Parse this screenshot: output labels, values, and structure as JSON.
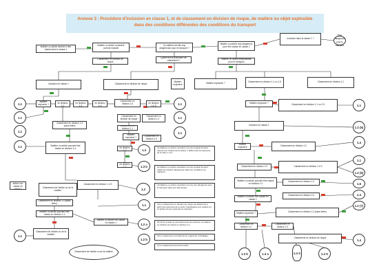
{
  "header": {
    "line1": "Annexe 3 : Procédure d'inclusion en classe 1, et de classement en division de risque, de matière ou objet explosible",
    "line2": "dans des conditions différentes des conditions du transport"
  },
  "boxes": [
    "Matière ou article destiné à être classé dans la classe 1",
    "Matière ou article considéré comme explosif",
    "La matière est-elle trop dangereuse pour le transport ?",
    "Matière ou article trop dangereux pour être classé en classe 1",
    "Inclusion dans la classe 1 ?",
    "Classement en division de risque",
    "Quelle est la procédure de classement ?",
    "Matière ou article désensibilisé pour le transport",
    "Inclusion en classe 1",
    "Classement en division de risque",
    "Matière explosive",
    "Matière explosive ?",
    "Classement en division 1.1 ou 1.5",
    "Classement en division 1.1",
    "Matière explosive ?",
    "Classement en division 1.2",
    "Classement en division 1.3",
    "Classement en division 1.4",
    "Classement en division 1.6",
    "Classement en division 1.4 S",
    "Classement en division 1.4 (sans lettre)",
    "Matière ou article pouvant être classé en division 1.4",
    "Matière ou article non classé en classe 1",
    "Classement de l'article ou de la matière"
  ],
  "notes": [
    "(1) Matière ou article considéré comme explosif lorsqu'il répond aux critères de la classe 1 définis par les épreuves de la série 1 et 2.",
    "(2) Matière ou article considéré comme explosif lorsqu'il réagit de manière dangereuse dans les conditions du transport.",
    "(3) Matière ou article considéré comme trop dangereux pour le transport dans son état actuel.",
    "(4) Le classement en division de risque est déterminé à partir des épreuves de la série 6 appliquées à la matière ou à l'article tel que présenté au transport.",
    "(5) Si les essais ne permettent pas de conclure, la matière ou l'article est classé en division 1.1.",
    "(6) Le classement est effectué au regard de l'emballage.",
    "(7) Le classement peut être révisé."
  ],
  "circles": [
    "1.1",
    "1.1",
    "1.1",
    "1.1",
    "1.1",
    "1.1",
    "1.1",
    "1.1",
    "1.3",
    "1.3 b",
    "1.2",
    "1.2 (5)",
    "1.4",
    "1.1",
    "1.2 a",
    "1.2 b",
    "1.3",
    "1.3 b",
    "1.2 a",
    "1.1",
    "1.1",
    "1.2 (5)",
    "1.6",
    "1.4",
    "1.2 (7)",
    "1.4",
    "1.3 b",
    "1.3 a",
    "1.4 S",
    "1.4 S",
    "Trop dangereux pour le transport"
  ]
}
